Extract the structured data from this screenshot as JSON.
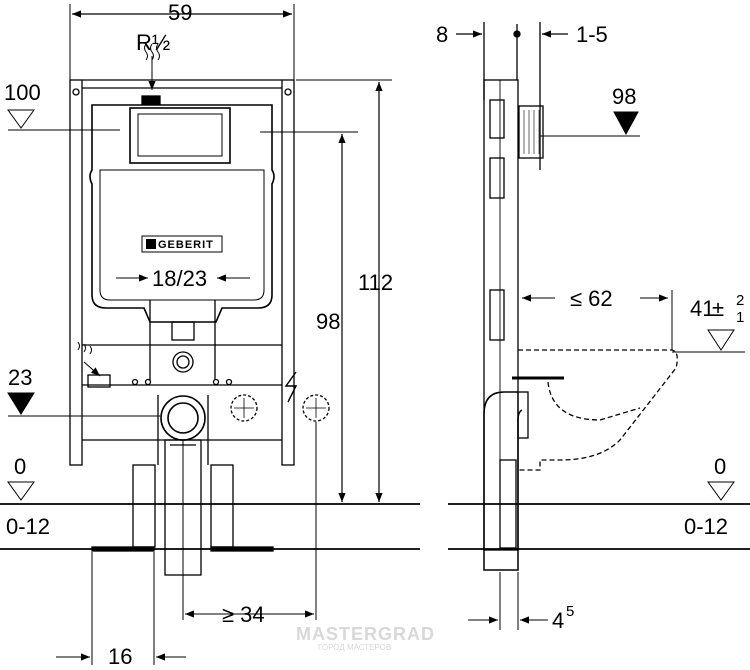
{
  "brand": "GEBERIT",
  "watermark": {
    "main": "MASTERGRAD",
    "sub": "ГОРОД МАСТЕРОВ"
  },
  "dimensions": {
    "width_top": "59",
    "supply_thread": "R½",
    "height_left_ref": "100",
    "rail_spacing": "18/23",
    "height_inner": "98",
    "height_total": "112",
    "level_23": "23",
    "level_0_left": "0",
    "floor_range_left": "0-12",
    "offset_min_34": "≥ 34",
    "foot_16": "16",
    "depth_8": "8",
    "offset_1_5": "1-5",
    "level_98_right": "98",
    "max_62": "≤ 62",
    "seat_height": "41",
    "seat_tol_plus": "2",
    "seat_tol_minus": "1",
    "level_0_right": "0",
    "floor_range_right": "0-12",
    "pipe_4": "4",
    "pipe_4_sup": "5"
  }
}
